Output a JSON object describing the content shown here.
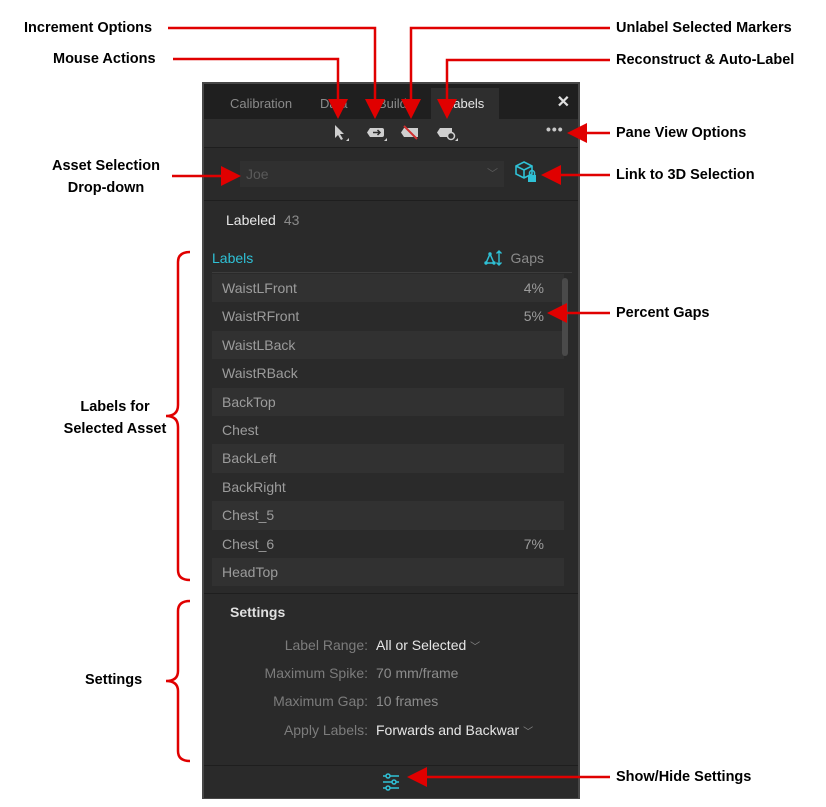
{
  "annotations": {
    "increment_options": "Increment Options",
    "mouse_actions": "Mouse Actions",
    "unlabel_selected": "Unlabel Selected Markers",
    "reconstruct": "Reconstruct & Auto-Label",
    "pane_view": "Pane View Options",
    "asset_selection_1": "Asset Selection",
    "asset_selection_2": "Drop-down",
    "link_3d": "Link to 3D Selection",
    "percent_gaps": "Percent Gaps",
    "labels_for_1": "Labels for",
    "labels_for_2": "Selected Asset",
    "settings": "Settings",
    "show_hide": "Show/Hide Settings"
  },
  "colors": {
    "accent": "#2fc1d6",
    "arrow": "#e00000"
  },
  "tabs": [
    "Calibration",
    "Data",
    "Builder",
    "Labels"
  ],
  "close_label": "✕",
  "asset": {
    "value": "Joe"
  },
  "labeled": {
    "label": "Labeled",
    "count": "43"
  },
  "list_header": {
    "labels": "Labels",
    "gaps": "Gaps"
  },
  "labels": [
    {
      "name": "WaistLFront",
      "gap": "4%"
    },
    {
      "name": "WaistRFront",
      "gap": "5%"
    },
    {
      "name": "WaistLBack",
      "gap": ""
    },
    {
      "name": "WaistRBack",
      "gap": ""
    },
    {
      "name": "BackTop",
      "gap": ""
    },
    {
      "name": "Chest",
      "gap": ""
    },
    {
      "name": "BackLeft",
      "gap": ""
    },
    {
      "name": "BackRight",
      "gap": ""
    },
    {
      "name": "Chest_5",
      "gap": ""
    },
    {
      "name": "Chest_6",
      "gap": "7%"
    },
    {
      "name": "HeadTop",
      "gap": ""
    }
  ],
  "settings": {
    "title": "Settings",
    "label_range": {
      "key": "Label Range:",
      "value": "All or Selected"
    },
    "max_spike": {
      "key": "Maximum Spike:",
      "value": "70 mm/frame"
    },
    "max_gap": {
      "key": "Maximum Gap:",
      "value": "10 frames"
    },
    "apply_labels": {
      "key": "Apply Labels:",
      "value": "Forwards and Backwar"
    }
  }
}
